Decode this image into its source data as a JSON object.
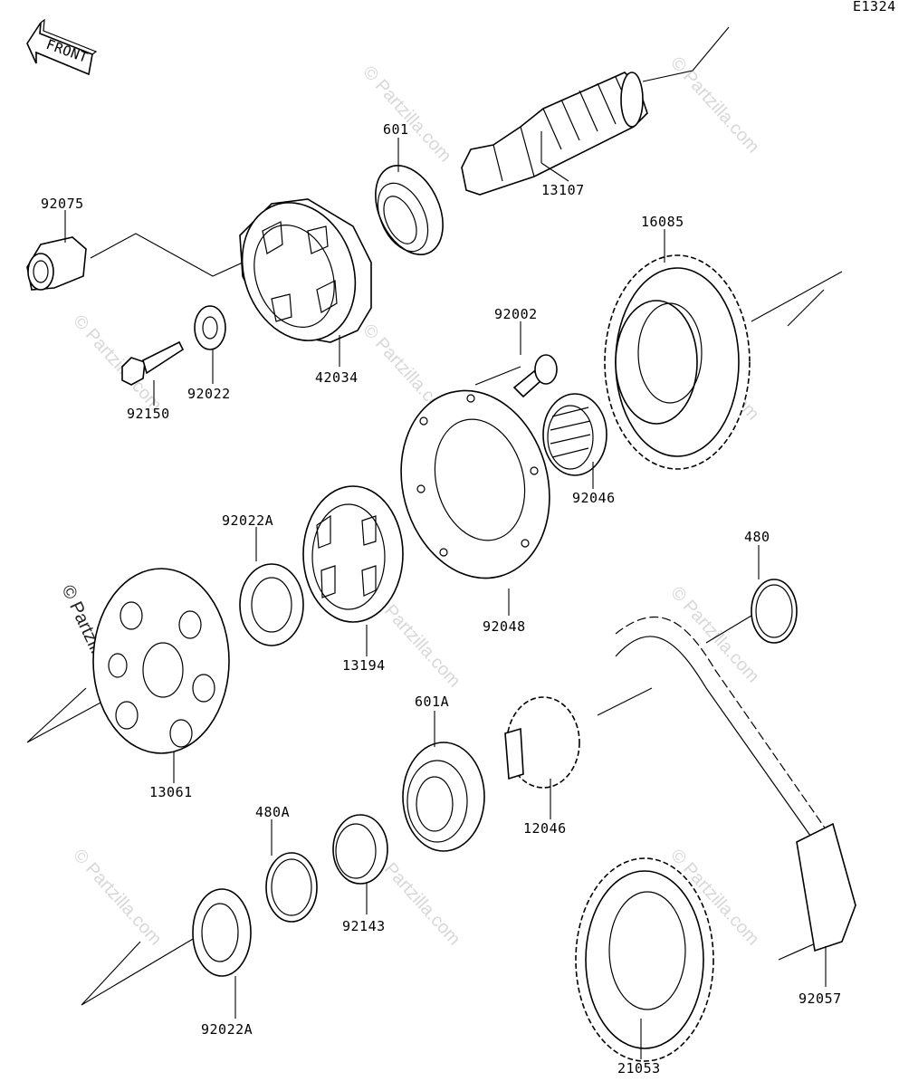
{
  "diagram_code": "E1324",
  "front_label": "FRONT",
  "watermark": "© Partzilla.com",
  "parts": {
    "p601": "601",
    "p13107": "13107",
    "p92075": "92075",
    "p16085": "16085",
    "p92002": "92002",
    "p42034": "42034",
    "p92150": "92150",
    "p92022": "92022",
    "p92046": "92046",
    "p92022A_top": "92022A",
    "p480": "480",
    "p92048": "92048",
    "p13194": "13194",
    "p601A": "601A",
    "p13061": "13061",
    "p480A": "480A",
    "p12046": "12046",
    "p92143": "92143",
    "p92057": "92057",
    "p92022A_bottom": "92022A",
    "p21053": "21053"
  }
}
